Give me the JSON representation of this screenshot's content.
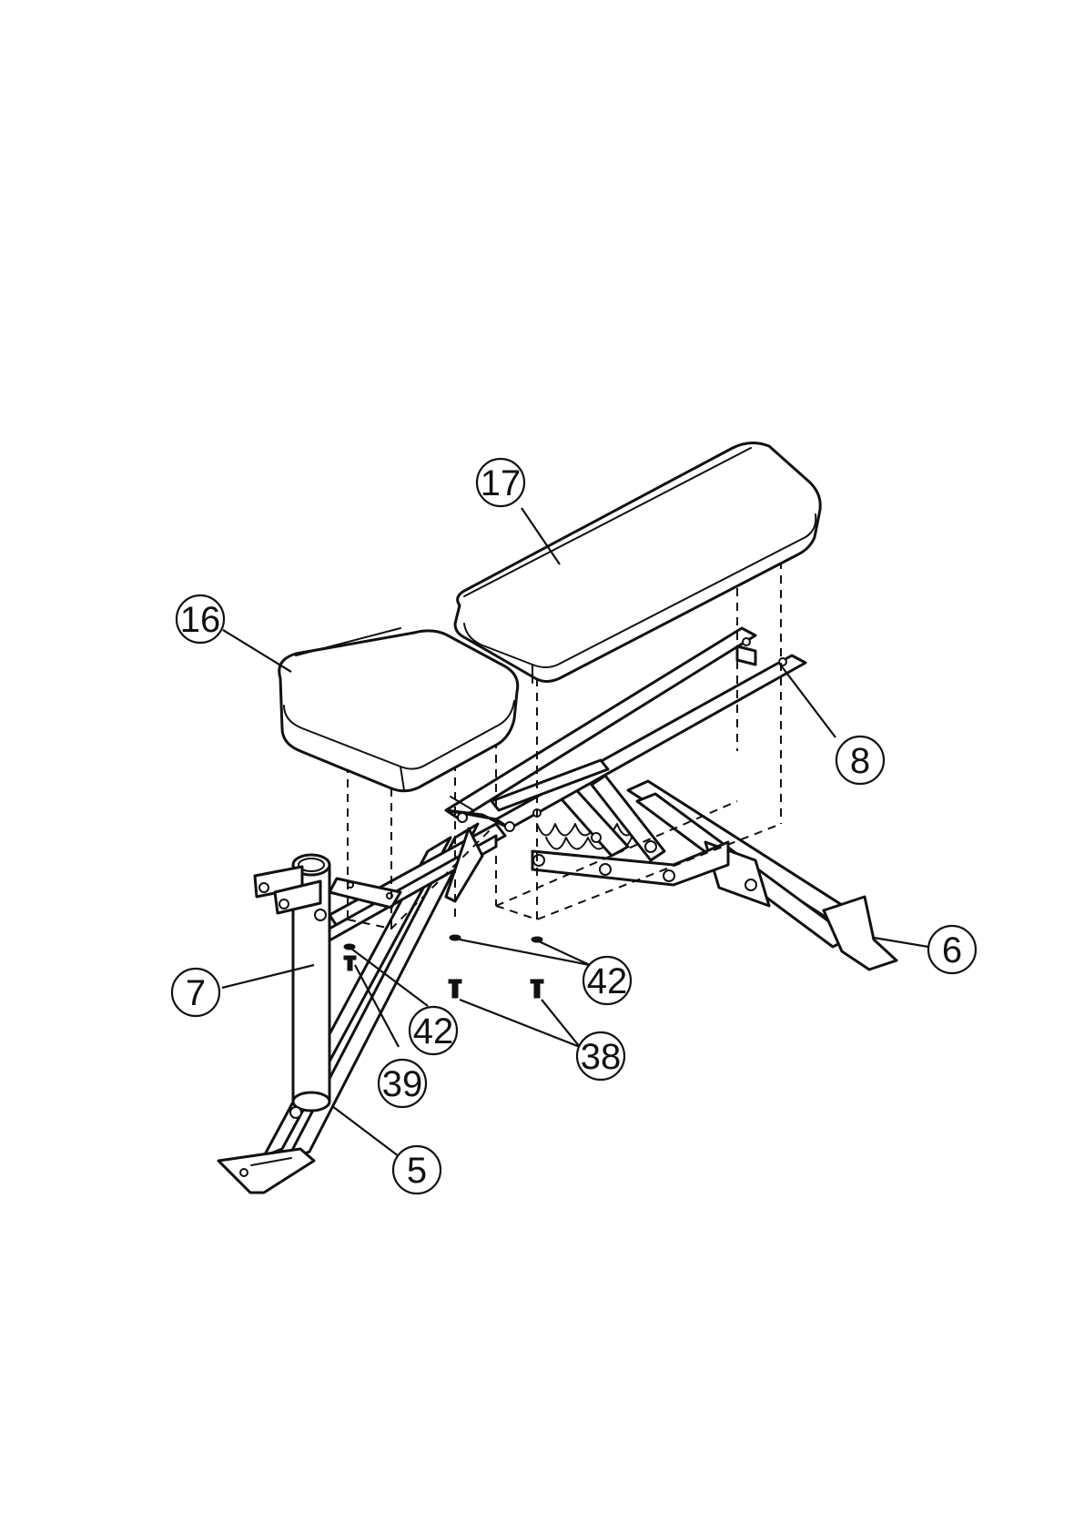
{
  "callouts": [
    {
      "id": "c16",
      "label": "16"
    },
    {
      "id": "c17",
      "label": "17"
    },
    {
      "id": "c8",
      "label": "8"
    },
    {
      "id": "c6",
      "label": "6"
    },
    {
      "id": "c7",
      "label": "7"
    },
    {
      "id": "c42a",
      "label": "42"
    },
    {
      "id": "c42b",
      "label": "42"
    },
    {
      "id": "c39",
      "label": "39"
    },
    {
      "id": "c38",
      "label": "38"
    },
    {
      "id": "c5",
      "label": "5"
    }
  ]
}
